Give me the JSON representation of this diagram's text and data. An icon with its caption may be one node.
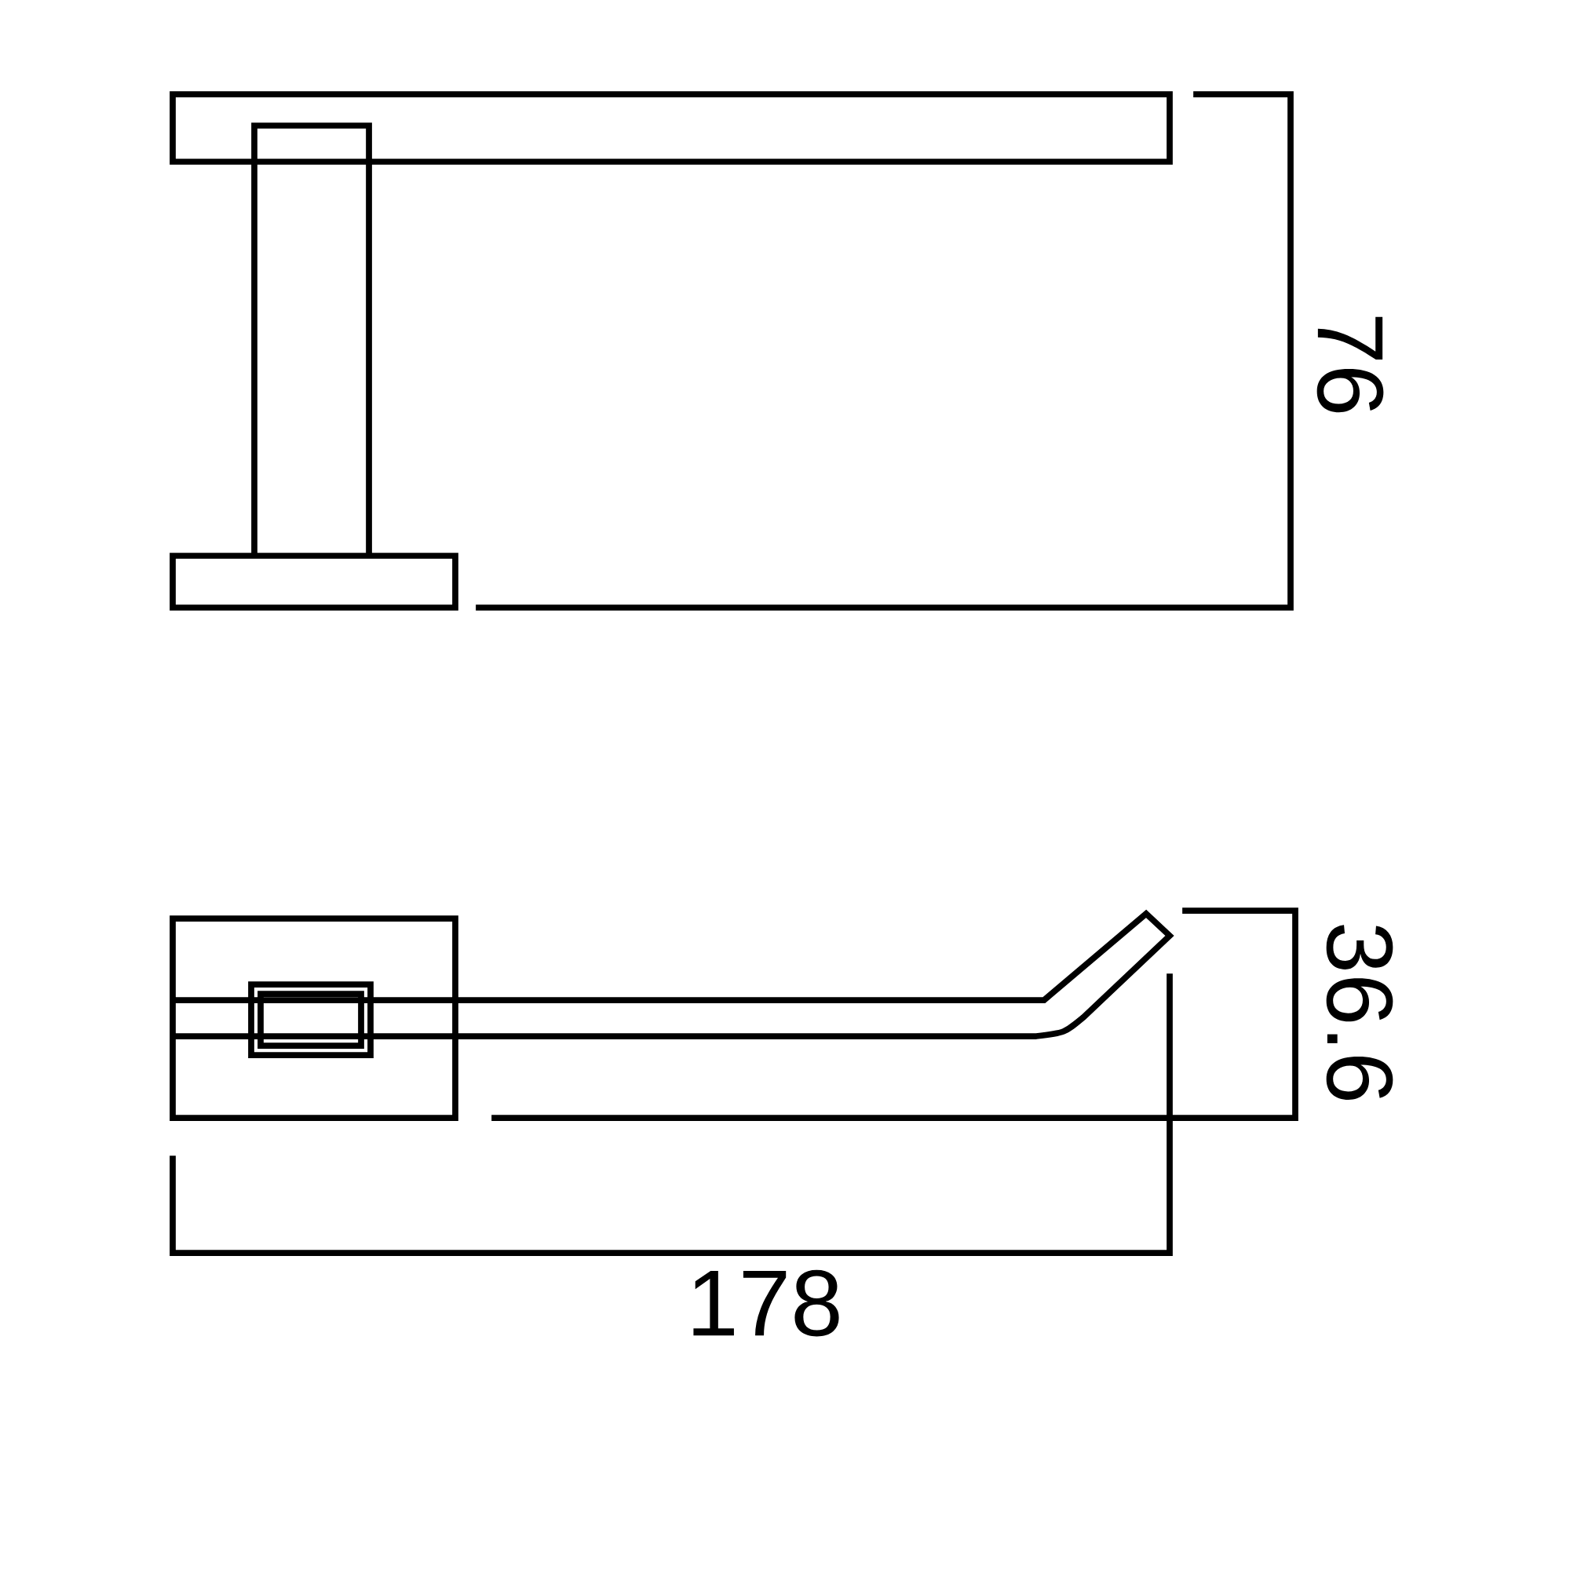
{
  "diagram": {
    "labels": [
      "76",
      "36.6",
      "178"
    ]
  }
}
